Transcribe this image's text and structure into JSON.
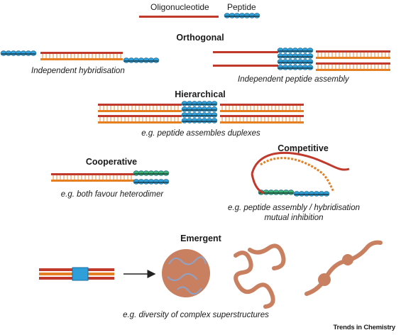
{
  "legend": {
    "oligonucleotide": "Oligonucleotide",
    "peptide": "Peptide"
  },
  "sections": {
    "orthogonal": {
      "title": "Orthogonal",
      "caption_left": "Independent hybridisation",
      "caption_right": "Independent peptide assembly"
    },
    "hierarchical": {
      "title": "Hierarchical",
      "caption": "e.g. peptide assembles duplexes"
    },
    "cooperative": {
      "title": "Cooperative",
      "caption": "e.g. both favour heterodimer"
    },
    "competitive": {
      "title": "Competitive",
      "caption_line1": "e.g. peptide assembly / hybridisation",
      "caption_line2": "mutual inhibition"
    },
    "emergent": {
      "title": "Emergent",
      "caption": "e.g. diversity of complex superstructures"
    }
  },
  "credit": "Trends in Chemistry",
  "colors": {
    "strand_red": "#c0392b",
    "strand_orange": "#e67e22",
    "rung": "#f5c69a",
    "peptide_blue": "#2e9fd8",
    "peptide_green": "#3bb273",
    "blob": "#c98060",
    "blob_edge": "#8fa3c6"
  }
}
